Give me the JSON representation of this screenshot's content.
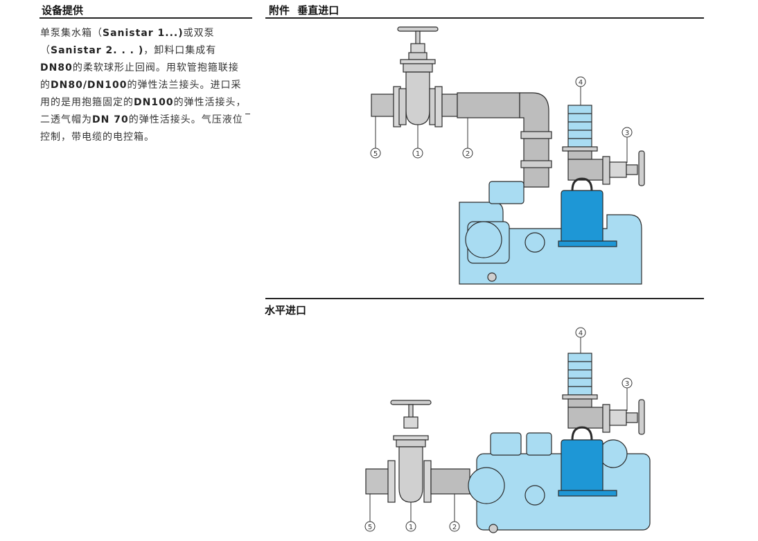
{
  "left_section": {
    "title": "设备提供",
    "text_parts": [
      {
        "t": "单泵集水箱（",
        "b": false
      },
      {
        "t": "Sanistar 1...)",
        "b": true
      },
      {
        "t": "或双泵（",
        "b": false
      },
      {
        "t": "Sanistar 2. . . )",
        "b": true
      },
      {
        "t": "，卸料口集成有",
        "b": false
      },
      {
        "t": "DN80",
        "b": true
      },
      {
        "t": "的柔软球形止回阀。用软管抱箍联接的",
        "b": false
      },
      {
        "t": "DN80/DN100",
        "b": true
      },
      {
        "t": "的弹性法兰接头。进口采用的是用抱箍固定的",
        "b": false
      },
      {
        "t": "DN100",
        "b": true
      },
      {
        "t": "的弹性活接头，二透气帽为",
        "b": false
      },
      {
        "t": "DN 70",
        "b": true
      },
      {
        "t": "的弹性活接头。气压液位控制，带电缆的电控箱。",
        "b": false
      }
    ]
  },
  "top_section": {
    "title": "附件 垂直进口"
  },
  "bottom_section": {
    "title": "水平进口"
  },
  "callouts": {
    "n1": "1",
    "n2": "2",
    "n3": "3",
    "n4": "4",
    "n5": "5"
  },
  "colors": {
    "tank_blue": "#a9dcf2",
    "pump_blue": "#1e97d6",
    "pipe_gray": "#bdbdbd",
    "outline": "#2a2a2a"
  }
}
